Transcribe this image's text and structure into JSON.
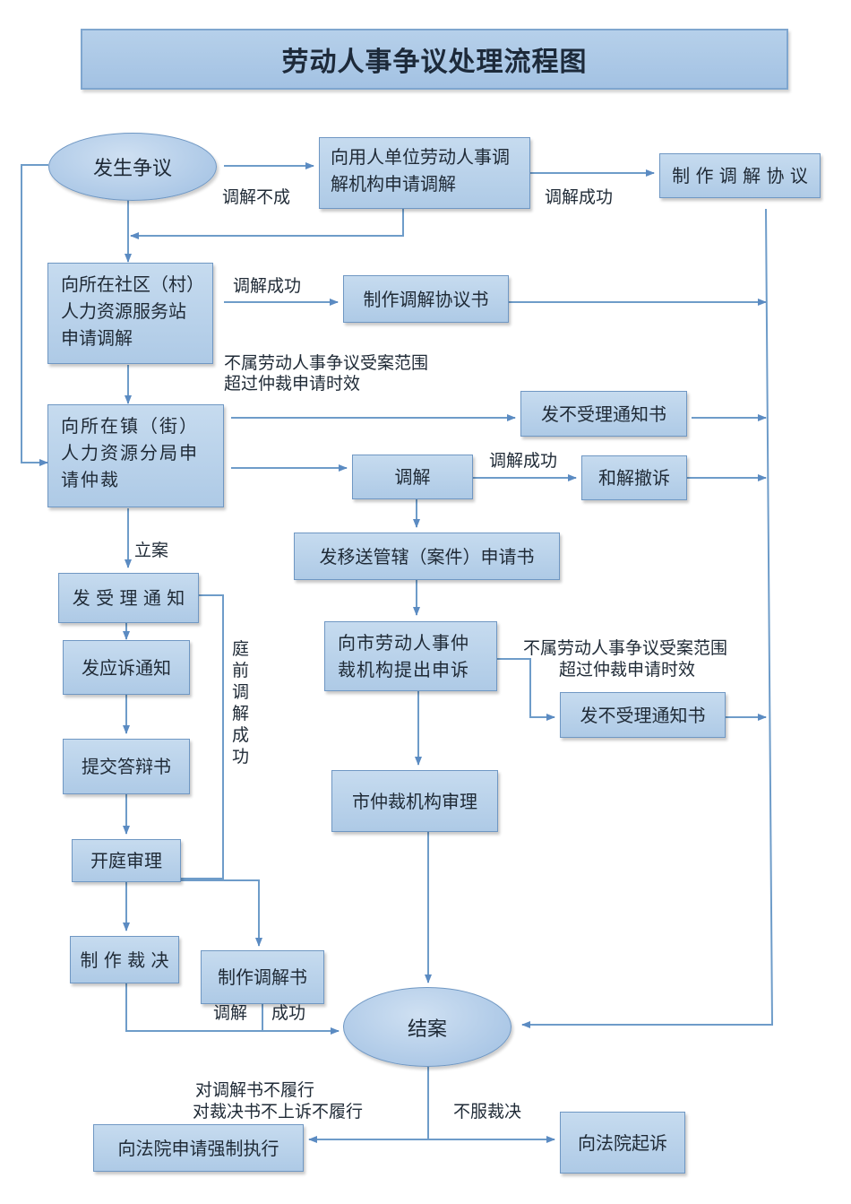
{
  "title": "劳动人事争议处理流程图",
  "nodes": {
    "dispute": "发生争议",
    "employer_mediation": "向用人单位劳动人事调解机构申请调解",
    "agreement_top": "制 作 调 解 协 议",
    "community_station": "向所在社区（村）人力资源服务站申请调解",
    "agreement_book": "制作调解协议书",
    "town_arbitration": "向所在镇（街）人力资源分局申请仲裁",
    "reject_notice_1": "发不受理通知书",
    "mediation": "调解",
    "withdraw": "和解撤诉",
    "transfer": "发移送管辖（案件）申请书",
    "city_appeal": "向市劳动人事仲裁机构提出申诉",
    "reject_notice_2": "发不受理通知书",
    "city_review": "市仲裁机构审理",
    "accept_notice": "发 受 理 通 知",
    "respond_notice": "发应诉通知",
    "defense": "提交答辩书",
    "hearing": "开庭审理",
    "award": "制 作 裁 决",
    "mediation_book": "制作调解书",
    "close": "结案",
    "enforce": "向法院申请强制执行",
    "sue": "向法院起诉"
  },
  "labels": {
    "mediation_failed": "调解不成",
    "mediation_success_1": "调解成功",
    "mediation_success_2": "调解成功",
    "out_of_scope_1": "不属劳动人事争议受案范围",
    "time_limit_1": "超过仲裁申请时效",
    "mediation_success_3": "调解成功",
    "filed": "立案",
    "pretrial_mediation": "庭前调解成功",
    "out_of_scope_2": "不属劳动人事争议受案范围",
    "time_limit_2": "超过仲裁申请时效",
    "mediation_word": "调解",
    "success_word": "成功",
    "not_fulfill_mediation": "对调解书不履行",
    "not_fulfill_award": "对裁决书不上诉不履行",
    "disagree_award": "不服裁决"
  }
}
